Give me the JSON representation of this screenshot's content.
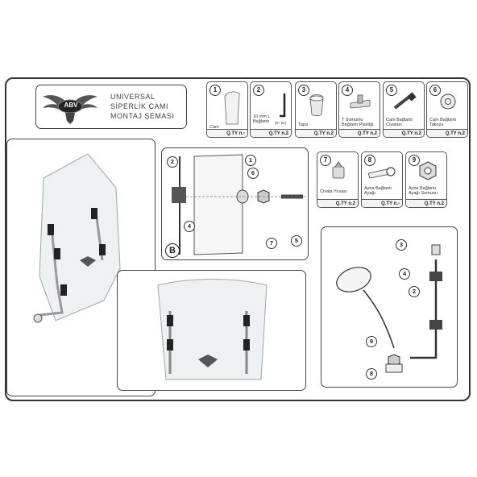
{
  "header": {
    "logo_text": "ABV",
    "title_lines": [
      "UNIVERSAL",
      "SİPERLİK CAMI",
      "MONTAJ ŞEMASI"
    ]
  },
  "parts": [
    {
      "num": "1",
      "name": "Cam",
      "qty_label": "Q.TY",
      "qty_value": "n.-"
    },
    {
      "num": "2",
      "name": "10 mm L Bağlantı",
      "note": "(8+ 6x)",
      "qty_label": "Q.TY",
      "qty_value": "n.2"
    },
    {
      "num": "3",
      "name": "Tapa",
      "qty_label": "Q.TY",
      "qty_value": "n.2"
    },
    {
      "num": "4",
      "name": "T Somunlu Bağlantı Plastiği",
      "qty_label": "Q.TY",
      "qty_value": "n.2"
    },
    {
      "num": "5",
      "name": "Cam Bağlantı Civatası",
      "qty_label": "Q.TY",
      "qty_value": "n.2"
    },
    {
      "num": "6",
      "name": "Cam Bağlantı Takozu",
      "qty_label": "Q.TY",
      "qty_value": "n.2"
    },
    {
      "num": "7",
      "name": "Civata Yuvası",
      "qty_label": "Q.TY",
      "qty_value": "n.2"
    },
    {
      "num": "8",
      "name": "Ayna Bağlantı Ayağı",
      "qty_label": "Q.TY",
      "qty_value": "n.-"
    },
    {
      "num": "9",
      "name": "Ayna Bağlantı Ayağı Somunu",
      "qty_label": "Q.TY",
      "qty_value": "n.2"
    }
  ],
  "detail_b": {
    "label": "B",
    "callouts": [
      "2",
      "1",
      "6",
      "4",
      "7",
      "5"
    ]
  },
  "mirror_detail": {
    "callouts": [
      "3",
      "4",
      "2",
      "9",
      "8"
    ]
  },
  "colors": {
    "border": "#333333",
    "glass": "#eef0f2",
    "bracket": "#222222"
  }
}
